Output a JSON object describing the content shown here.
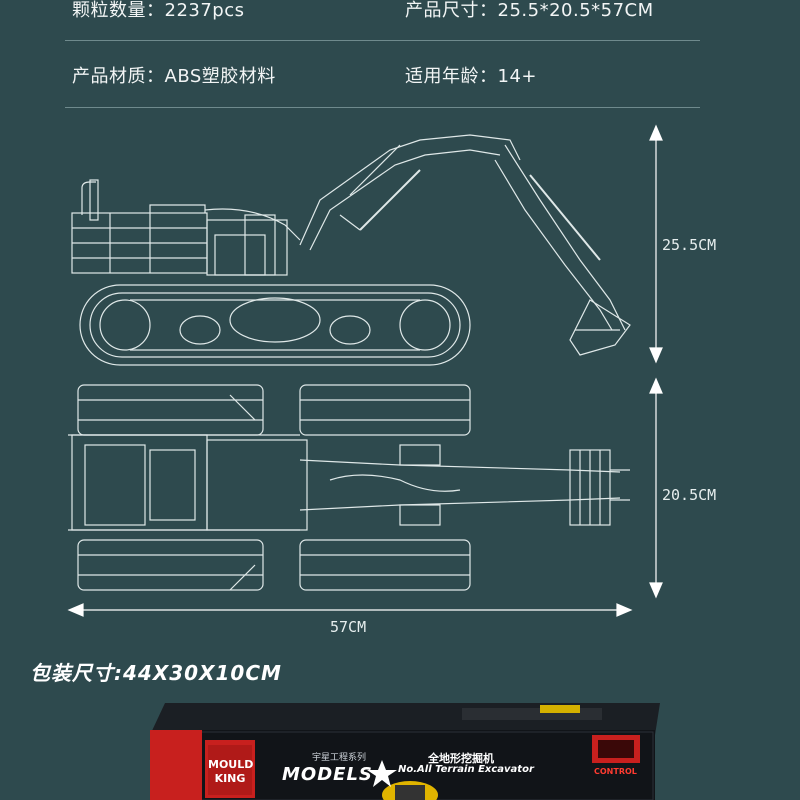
{
  "specs": {
    "pieces": "颗粒数量：2237pcs",
    "size": "产品尺寸：25.5*20.5*57CM",
    "material": "产品材质：ABS塑胶材料",
    "age": "适用年龄：14+"
  },
  "dimensions": {
    "height": "25.5CM",
    "width": "20.5CM",
    "length": "57CM"
  },
  "package": {
    "label": "包装尺寸:44X30X10CM"
  },
  "box": {
    "brand_line1": "MOULD",
    "brand_line2": "KING",
    "series": "宇星工程系列",
    "models": "MODELS",
    "product_cn": "全地形挖掘机",
    "product_en": "No.All Terrain Excavator",
    "control": "CONTROL"
  },
  "colors": {
    "background": "#2e4a4e",
    "line": "#dfe8e8",
    "box_dark": "#111418",
    "brand_red": "#c8201e"
  }
}
